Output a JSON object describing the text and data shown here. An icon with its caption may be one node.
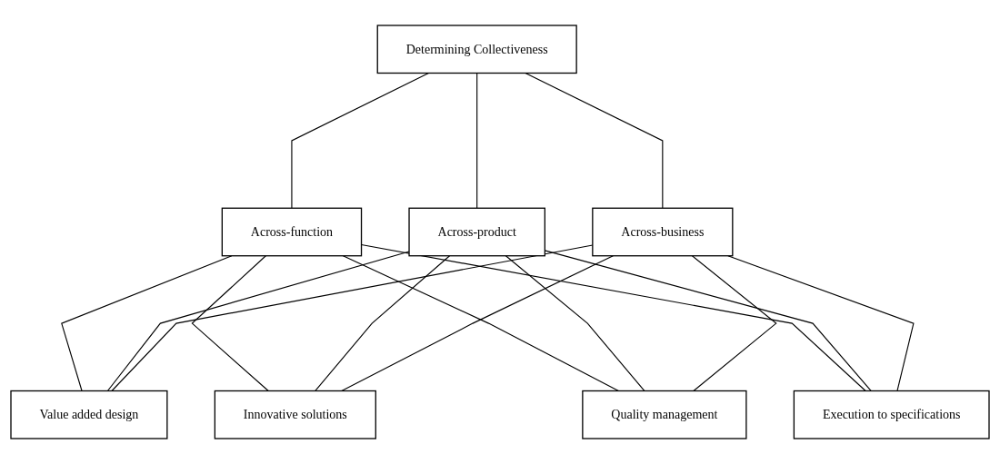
{
  "diagram": {
    "nodes": [
      {
        "text": [
          "Determining Collectiveness"
        ]
      },
      {
        "text": [
          "Across-function"
        ]
      },
      {
        "text": [
          "Across-product"
        ]
      },
      {
        "text": [
          "Across-business"
        ]
      },
      {
        "text": [
          "Value added design"
        ]
      },
      {
        "text": [
          "Innovative solutions"
        ]
      },
      {
        "text": [
          "Quality management"
        ]
      },
      {
        "text": [
          "Execution to specifications"
        ]
      }
    ],
    "edges": [
      {
        "from": 0,
        "to": 1,
        "arrow": "none"
      },
      {
        "from": 0,
        "to": 2,
        "arrow": "none"
      },
      {
        "from": 0,
        "to": 3,
        "arrow": "none"
      },
      {
        "from": 1,
        "to": 4,
        "arrow": "none"
      },
      {
        "from": 1,
        "to": 5,
        "arrow": "none"
      },
      {
        "from": 1,
        "to": 6,
        "arrow": "none"
      },
      {
        "from": 1,
        "to": 7,
        "arrow": "none"
      },
      {
        "from": 2,
        "to": 4,
        "arrow": "none"
      },
      {
        "from": 2,
        "to": 5,
        "arrow": "none"
      },
      {
        "from": 2,
        "to": 6,
        "arrow": "none"
      },
      {
        "from": 2,
        "to": 7,
        "arrow": "none"
      },
      {
        "from": 3,
        "to": 4,
        "arrow": "none"
      },
      {
        "from": 3,
        "to": 5,
        "arrow": "none"
      },
      {
        "from": 3,
        "to": 6,
        "arrow": "none"
      },
      {
        "from": 3,
        "to": 7,
        "arrow": "none"
      }
    ]
  }
}
